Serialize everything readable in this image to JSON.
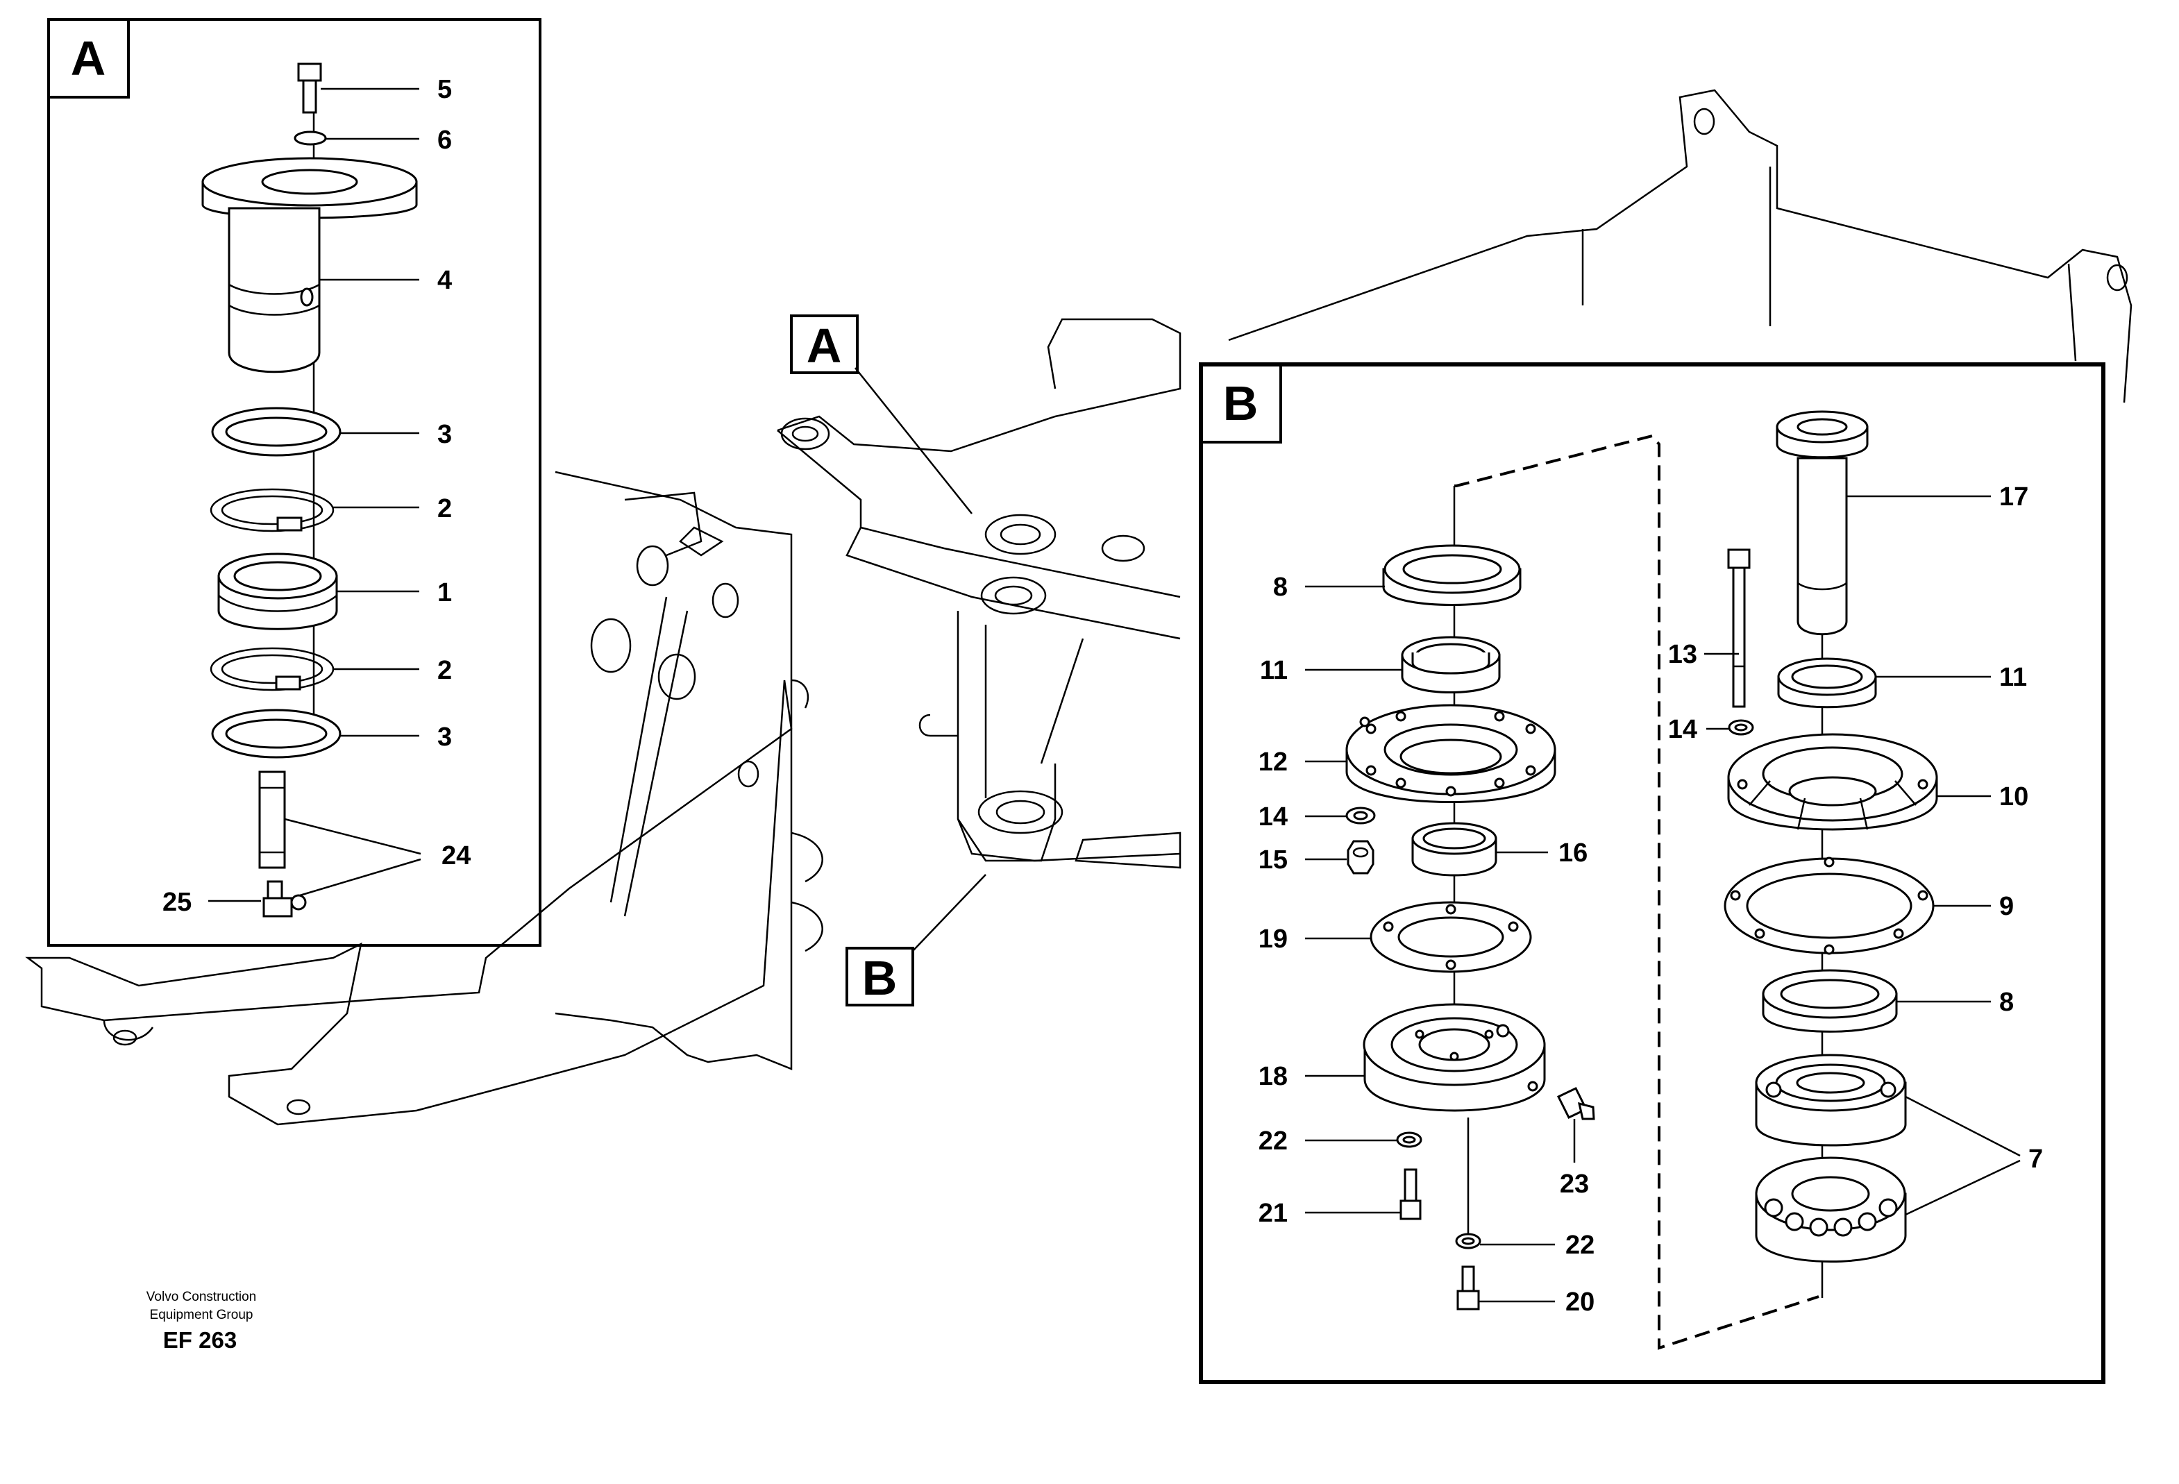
{
  "panels": {
    "A": "A",
    "B": "B"
  },
  "callouts": {
    "A": "A",
    "B": "B"
  },
  "credit": {
    "line1": "Volvo Construction",
    "line2": "Equipment Group",
    "code": "EF 263"
  },
  "panel_a_labels": [
    "5",
    "6",
    "4",
    "3",
    "2",
    "1",
    "2",
    "3",
    "24",
    "25"
  ],
  "panel_b_labels": [
    "8",
    "11",
    "12",
    "14",
    "15",
    "16",
    "19",
    "18",
    "22",
    "21",
    "22",
    "20",
    "23",
    "17",
    "13",
    "14",
    "11",
    "10",
    "9",
    "8",
    "7"
  ]
}
